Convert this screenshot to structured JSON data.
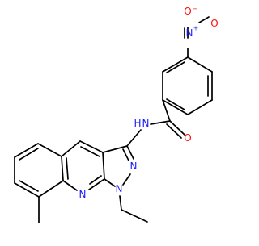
{
  "molecule": {
    "colors": {
      "bond": "#000000",
      "nitrogen": "#1a1aff",
      "oxygen": "#ff0d0d",
      "background": "#ffffff"
    },
    "labels": {
      "nitro_oxygen_top": "O",
      "nitro_oxygen_top_charge": "−",
      "nitro_nitrogen": "N",
      "nitro_nitrogen_charge": "+",
      "nitro_oxygen_right": "O",
      "amide_nh": "H",
      "amide_n": "N",
      "carbonyl_oxygen": "O",
      "pyrazole_n2": "N",
      "pyrazole_n1": "N",
      "pyridine_n": "N"
    }
  }
}
